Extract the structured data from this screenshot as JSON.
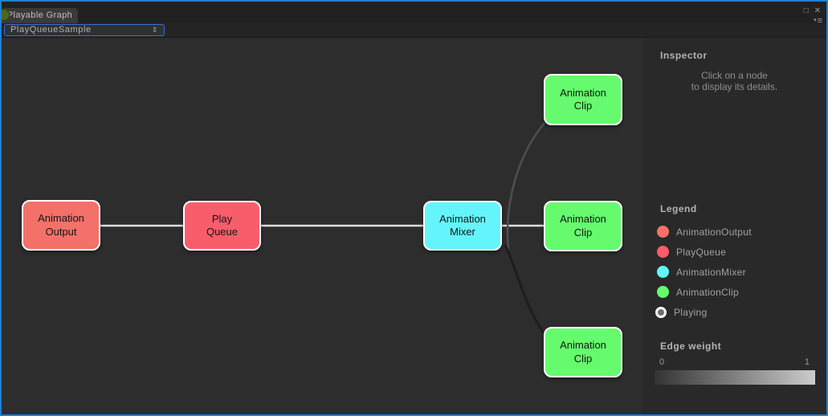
{
  "window": {
    "tab_title": "Playable Graph",
    "icons": {
      "maximize": "□",
      "close": "✕",
      "menu_arrow": "▾",
      "menu_lines": "≡",
      "dropdown_arrows": "⇕"
    }
  },
  "toolbar": {
    "graph_selector_value": "PlayQueueSample"
  },
  "graph": {
    "nodes": [
      {
        "id": "animation-output",
        "label": "Animation\nOutput",
        "color": "#f4716a"
      },
      {
        "id": "play-queue",
        "label": "Play\nQueue",
        "color": "#f85d6c"
      },
      {
        "id": "animation-mixer",
        "label": "Animation\nMixer",
        "color": "#63f5fb"
      },
      {
        "id": "animation-clip-top",
        "label": "Animation\nClip",
        "color": "#66fb6e"
      },
      {
        "id": "animation-clip-middle",
        "label": "Animation\nClip",
        "color": "#66fb6e"
      },
      {
        "id": "animation-clip-bottom",
        "label": "Animation\nClip",
        "color": "#66fb6e"
      }
    ],
    "edges": [
      {
        "from": "animation-output",
        "to": "play-queue",
        "color": "#dedede"
      },
      {
        "from": "play-queue",
        "to": "animation-mixer",
        "color": "#dedede"
      },
      {
        "from": "animation-mixer",
        "to": "animation-clip-middle",
        "color": "#dedede"
      },
      {
        "from": "animation-mixer",
        "to": "animation-clip-top",
        "color": "#4f4f4f"
      },
      {
        "from": "animation-mixer",
        "to": "animation-clip-bottom",
        "color": "#1d1d1d"
      }
    ]
  },
  "inspector": {
    "title": "Inspector",
    "hint": "Click on a node\nto display its details."
  },
  "legend": {
    "title": "Legend",
    "items": [
      {
        "label": "AnimationOutput",
        "color": "#f4716a"
      },
      {
        "label": "PlayQueue",
        "color": "#f85d6c"
      },
      {
        "label": "AnimationMixer",
        "color": "#63f5fb"
      },
      {
        "label": "AnimationClip",
        "color": "#66fb6e"
      },
      {
        "label": "Playing",
        "color": "#6e6e6e"
      }
    ]
  },
  "edge_weight": {
    "title": "Edge weight",
    "min": "0",
    "max": "1",
    "gradient_from": "#333333",
    "gradient_to": "#cccccc"
  }
}
